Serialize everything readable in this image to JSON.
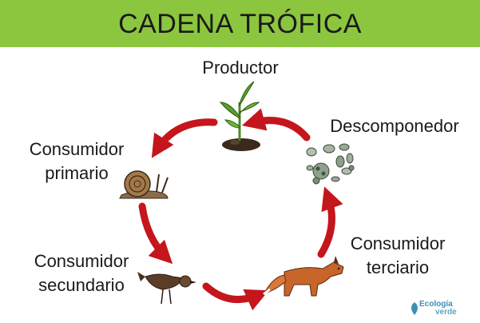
{
  "title": "CADENA TRÓFICA",
  "nodes": {
    "productor": [
      "Productor"
    ],
    "descomponedor": [
      "Descomponedor"
    ],
    "primario": [
      "Consumidor",
      "primario"
    ],
    "secundario": [
      "Consumidor",
      "secundario"
    ],
    "terciario": [
      "Consumidor",
      "terciario"
    ]
  },
  "logo": {
    "line1": "Ecología",
    "line2": "verde"
  },
  "colors": {
    "banner": "#8cc63f",
    "arrow": "#c4161c",
    "text": "#1a1a1a"
  },
  "icons": [
    "plant-icon",
    "bacteria-icon",
    "snail-icon",
    "bird-icon",
    "fox-icon",
    "leaf-logo-icon"
  ]
}
